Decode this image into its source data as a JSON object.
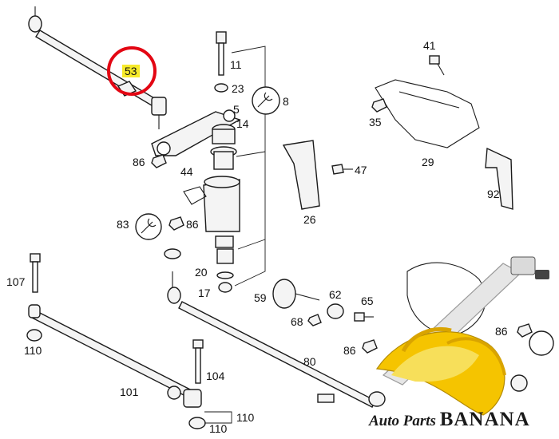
{
  "diagram": {
    "callouts": {
      "c53": "53",
      "c41": "41",
      "c11": "11",
      "c23": "23",
      "c5": "5",
      "c8": "8",
      "c14": "14",
      "c35": "35",
      "c29": "29",
      "c86a": "86",
      "c44": "44",
      "c47": "47",
      "c92": "92",
      "c83": "83",
      "c86b": "86",
      "c26": "26",
      "c107": "107",
      "c20": "20",
      "c17": "17",
      "c59": "59",
      "c62": "62",
      "c65": "65",
      "c68": "68",
      "c110a": "110",
      "c104": "104",
      "c80": "80",
      "c86c": "86",
      "c86d": "86",
      "c101": "101",
      "c110b": "110",
      "c110c": "110"
    },
    "highlight_color": "#e30613",
    "label_highlight_color": "#f6ea2a"
  },
  "watermark": {
    "line_part1": "Auto Parts ",
    "line_part2": "BANANA",
    "logo_colors": [
      "#f5c400",
      "#d9a400",
      "#f7df5a"
    ]
  }
}
